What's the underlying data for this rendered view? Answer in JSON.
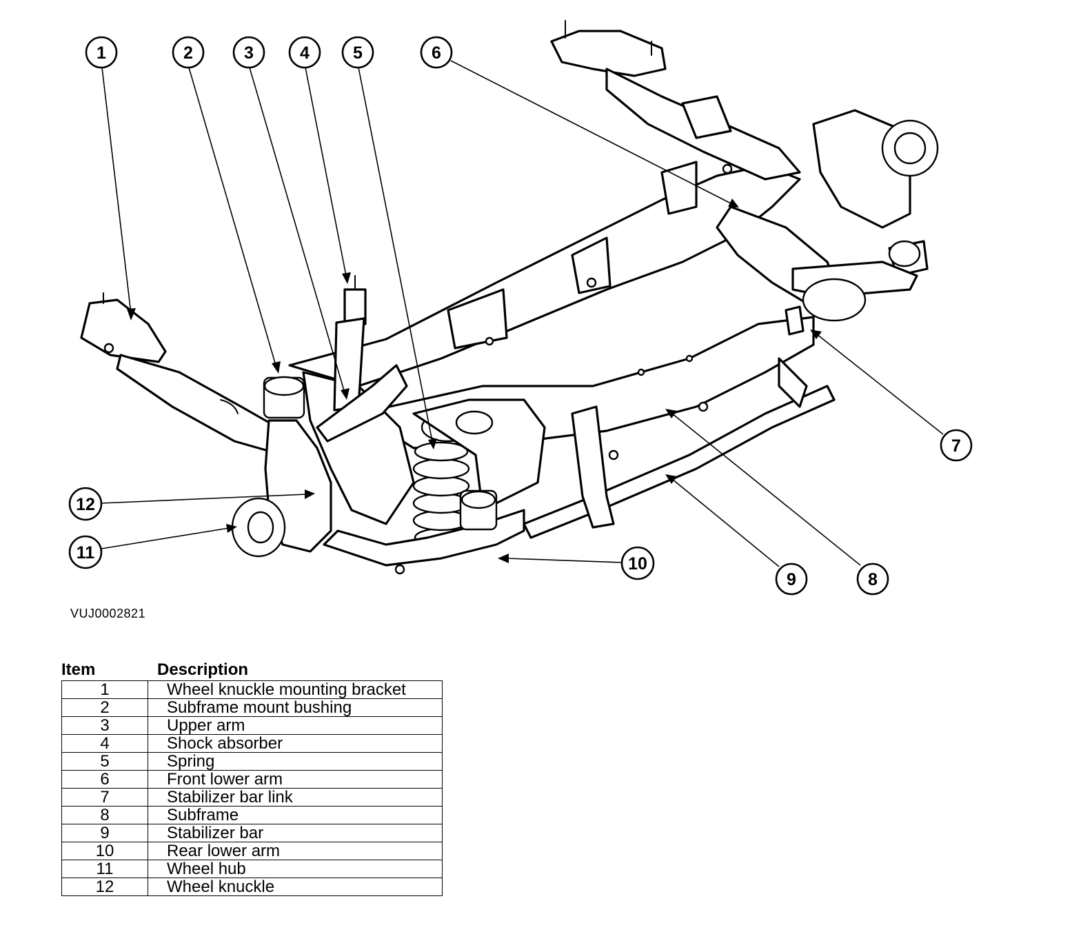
{
  "figure_code": "VUJ0002821",
  "callouts": [
    {
      "number": "1",
      "part_icon": "wheel-knuckle-bracket-icon"
    },
    {
      "number": "2",
      "part_icon": "bushing-icon"
    },
    {
      "number": "3",
      "part_icon": "upper-arm-icon"
    },
    {
      "number": "4",
      "part_icon": "shock-absorber-icon"
    },
    {
      "number": "5",
      "part_icon": "coil-spring-icon"
    },
    {
      "number": "6",
      "part_icon": "lower-arm-icon"
    },
    {
      "number": "7",
      "part_icon": "stabilizer-link-icon"
    },
    {
      "number": "8",
      "part_icon": "subframe-icon"
    },
    {
      "number": "9",
      "part_icon": "stabilizer-bar-icon"
    },
    {
      "number": "10",
      "part_icon": "lower-arm-icon"
    },
    {
      "number": "11",
      "part_icon": "wheel-hub-icon"
    },
    {
      "number": "12",
      "part_icon": "wheel-knuckle-icon"
    }
  ],
  "legend": {
    "item_header": "Item",
    "description_header": "Description",
    "rows": [
      {
        "item": "1",
        "description": "Wheel knuckle mounting bracket"
      },
      {
        "item": "2",
        "description": "Subframe mount bushing"
      },
      {
        "item": "3",
        "description": "Upper arm"
      },
      {
        "item": "4",
        "description": "Shock absorber"
      },
      {
        "item": "5",
        "description": "Spring"
      },
      {
        "item": "6",
        "description": "Front lower arm"
      },
      {
        "item": "7",
        "description": "Stabilizer bar link"
      },
      {
        "item": "8",
        "description": "Subframe"
      },
      {
        "item": "9",
        "description": "Stabilizer bar"
      },
      {
        "item": "10",
        "description": "Rear lower arm"
      },
      {
        "item": "11",
        "description": "Wheel hub"
      },
      {
        "item": "12",
        "description": "Wheel knuckle"
      }
    ]
  }
}
